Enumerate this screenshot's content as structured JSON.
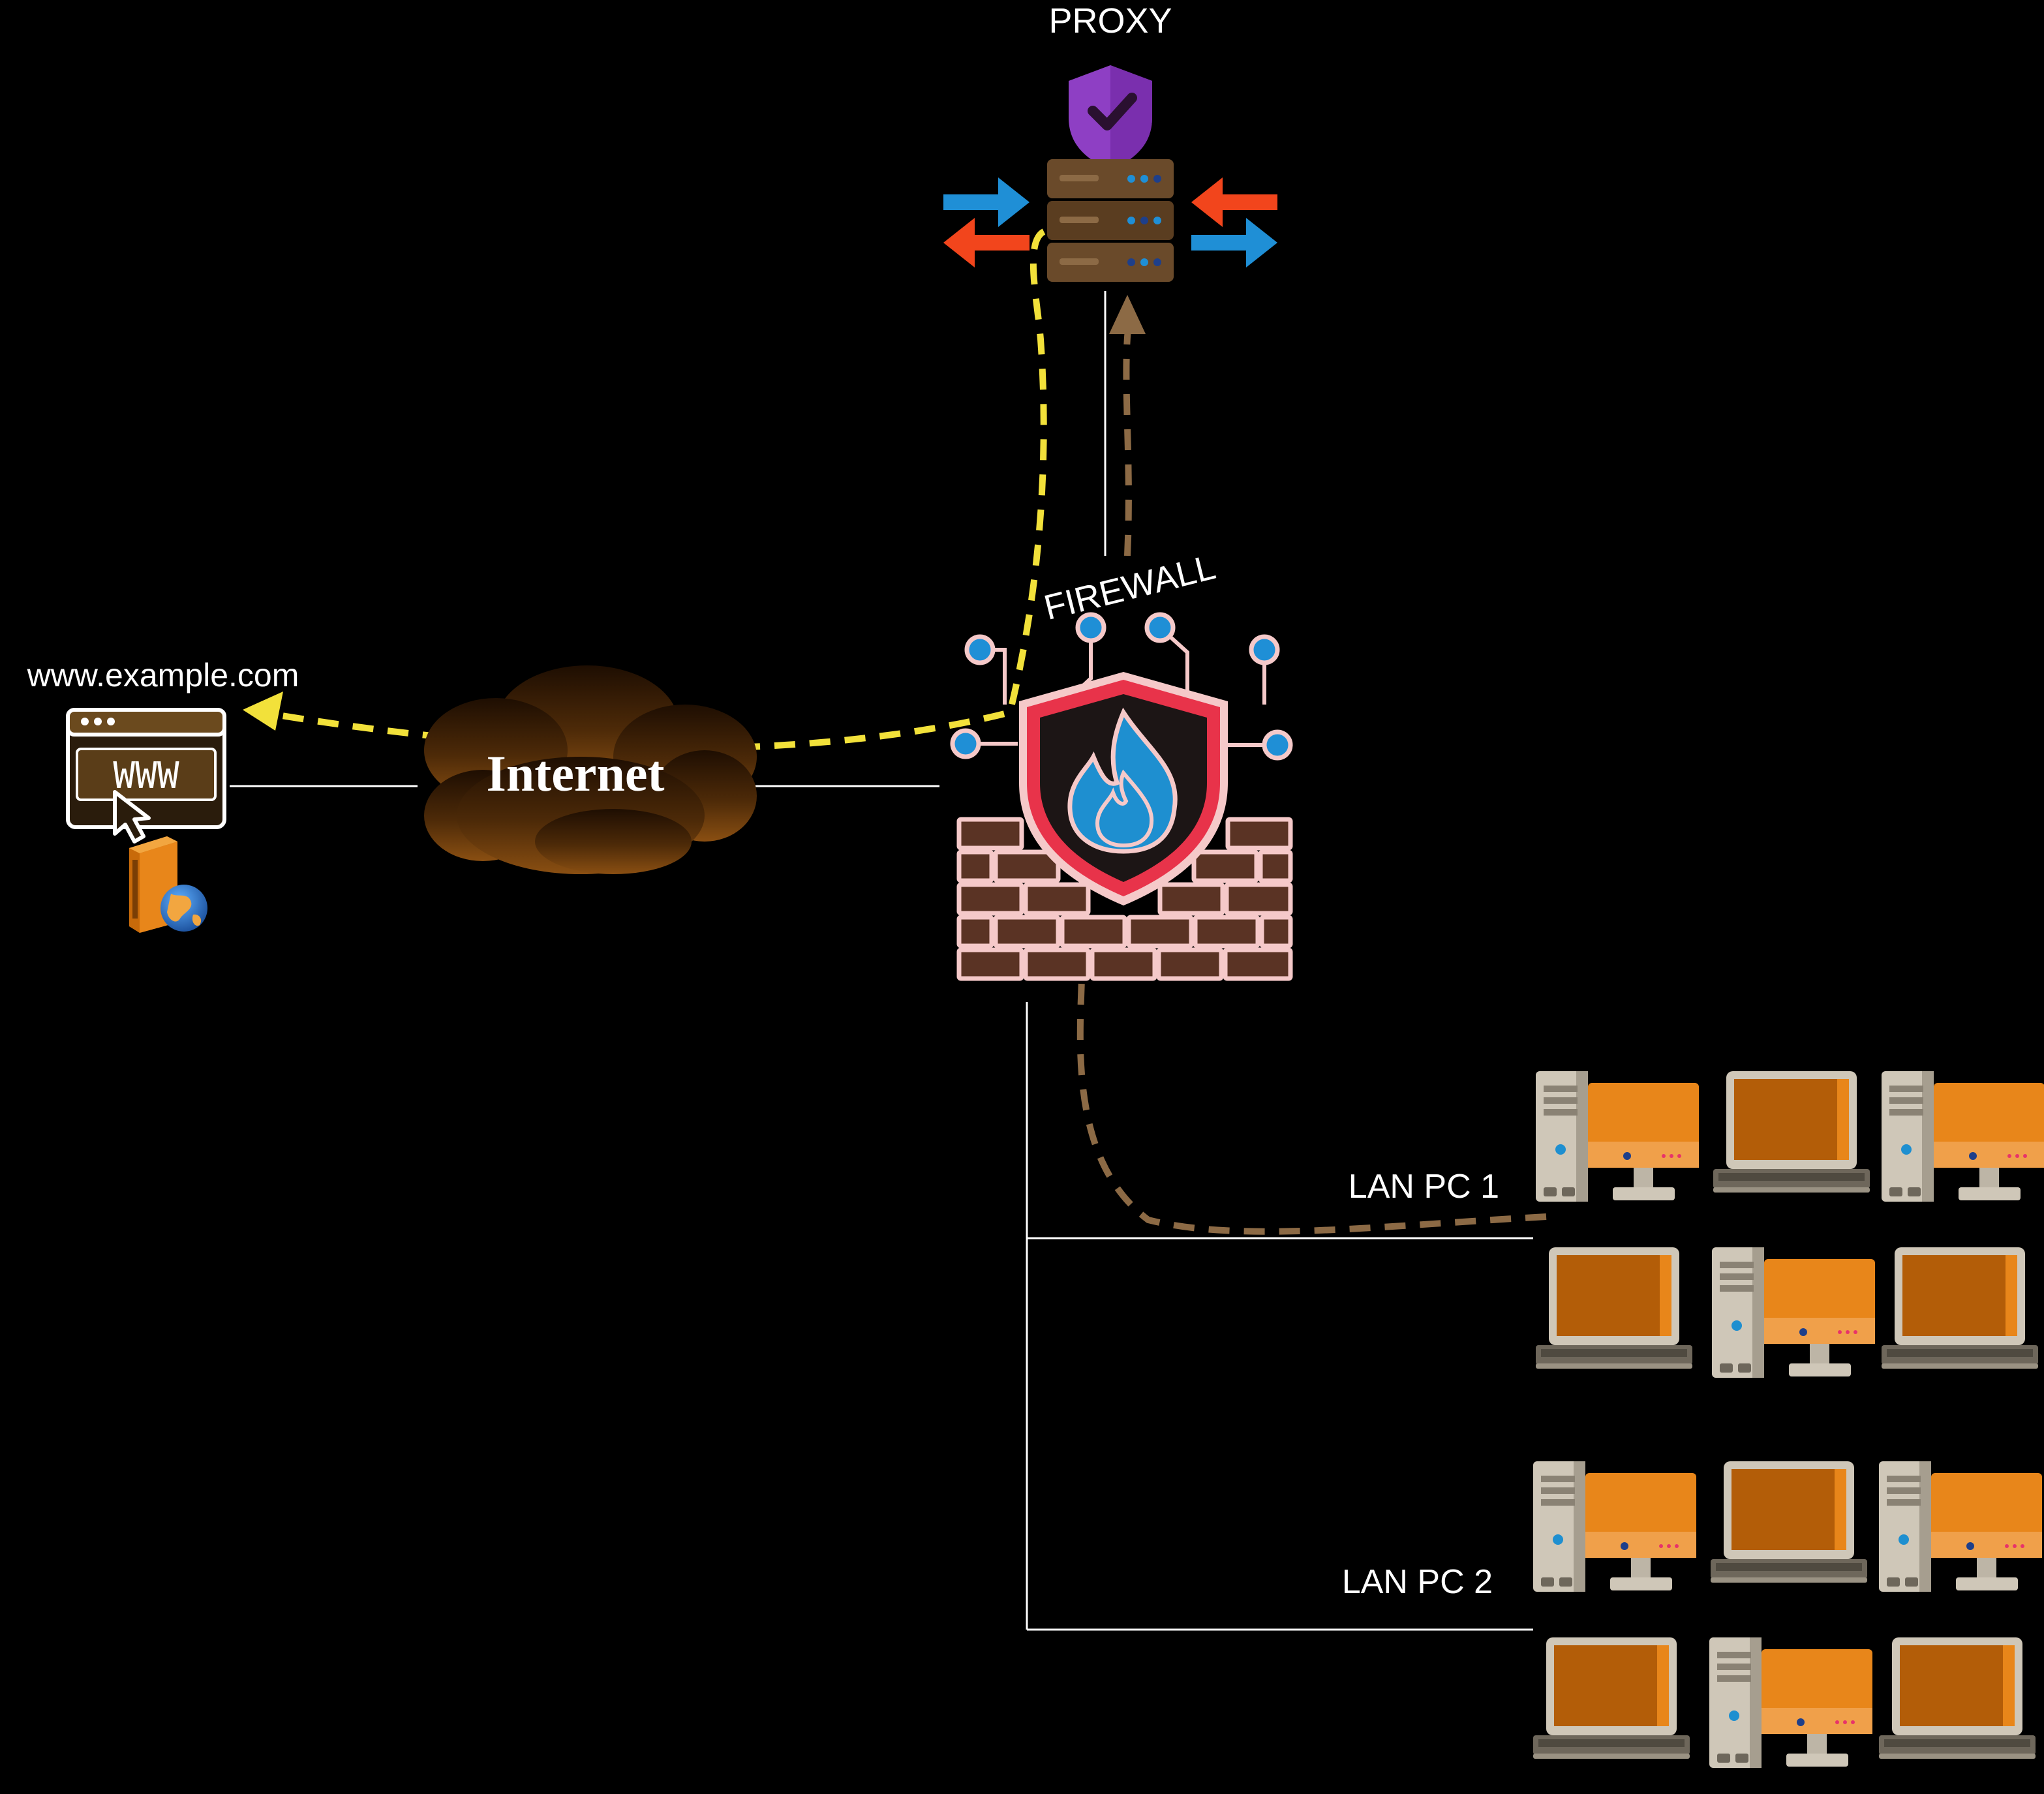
{
  "labels": {
    "proxy": "PROXY",
    "firewall": "FIREWALL",
    "website": "www.example.com",
    "browser_text": "WWW",
    "internet": "Internet",
    "lan1": "LAN PC 1",
    "lan2": "LAN PC 2"
  },
  "colors": {
    "background": "#000000",
    "link_line": "#ffffff",
    "path_yellow": "#f2e13a",
    "path_brown": "#8c6a45",
    "cloud": "#6b3a0b",
    "shield_red": "#e8334a",
    "flame_blue": "#1e8fd0",
    "brick": "#5a3324",
    "brick_outline": "#f5c9c9",
    "server": "#6a4a2a",
    "proxy_shield": "#8e3fc4",
    "arrow_blue": "#1f8fd6",
    "arrow_red": "#f2451c",
    "pc_orange": "#e8861a",
    "pc_gray": "#cfc7b8"
  },
  "icons": {
    "proxy": [
      "shield-check-icon",
      "server-icon",
      "exchange-arrows-icon"
    ],
    "firewall": "firewall-icon",
    "website": [
      "browser-window-icon",
      "cursor-icon",
      "web-server-icon",
      "globe-icon"
    ],
    "internet": "cloud-icon",
    "lan": [
      "desktop-computer-icon",
      "laptop-icon"
    ]
  }
}
